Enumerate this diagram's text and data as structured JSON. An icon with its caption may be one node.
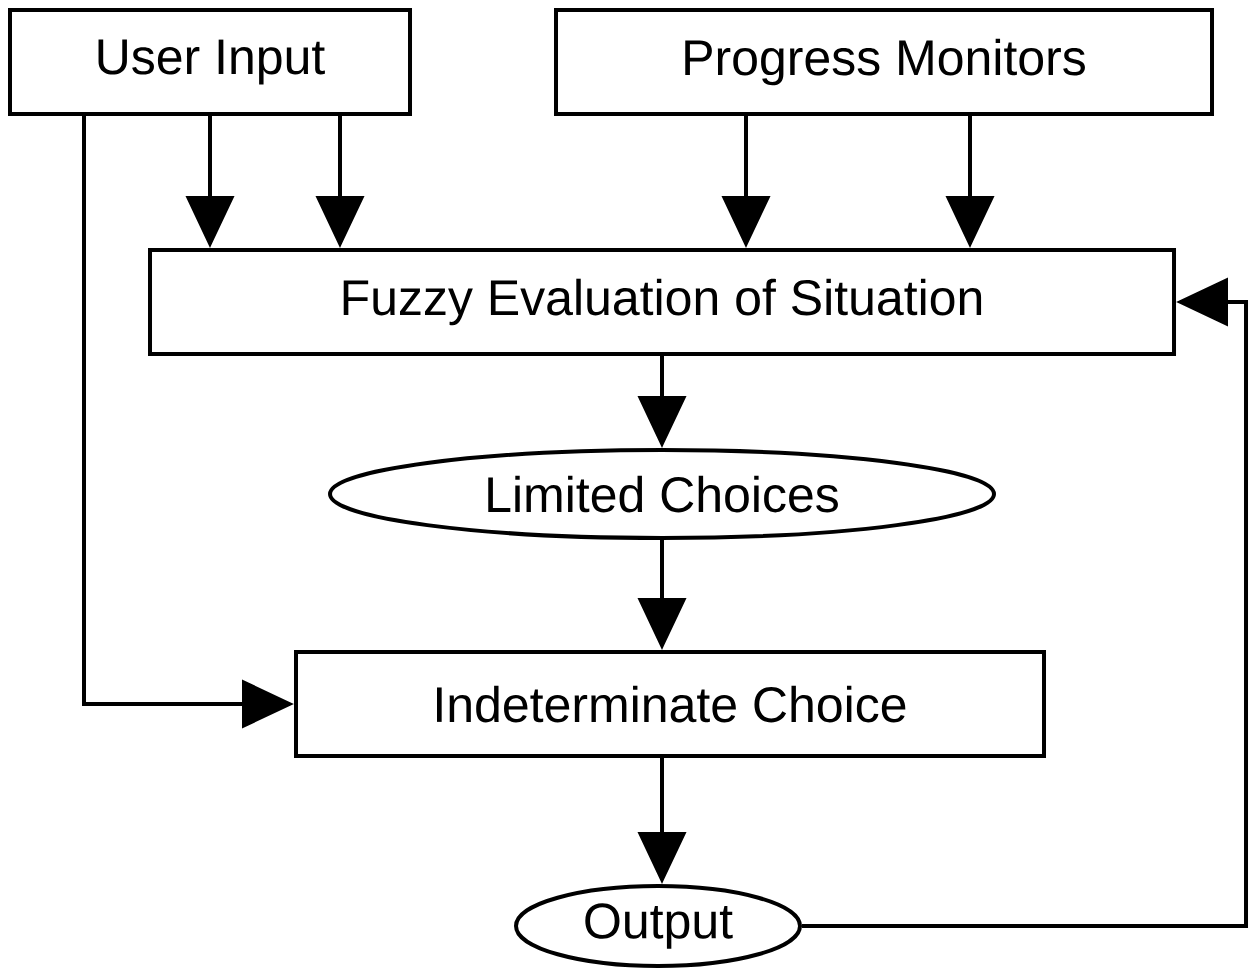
{
  "diagram": {
    "nodes": [
      {
        "text": [
          "User Input"
        ]
      },
      {
        "text": [
          "Progress Monitors"
        ]
      },
      {
        "text": [
          "Fuzzy Evaluation of Situation"
        ]
      },
      {
        "text": [
          "Limited Choices"
        ]
      },
      {
        "text": [
          "Indeterminate Choice"
        ]
      },
      {
        "text": [
          "Output"
        ]
      }
    ],
    "edges": [
      {
        "from": 0,
        "to": 2,
        "arrow": "to"
      },
      {
        "from": 0,
        "to": 2,
        "arrow": "to"
      },
      {
        "from": 1,
        "to": 2,
        "arrow": "to"
      },
      {
        "from": 1,
        "to": 2,
        "arrow": "to"
      },
      {
        "from": 2,
        "to": 3,
        "arrow": "to"
      },
      {
        "from": 3,
        "to": 4,
        "arrow": "to"
      },
      {
        "from": 0,
        "to": 4,
        "arrow": "to"
      },
      {
        "from": 4,
        "to": 5,
        "arrow": "to"
      },
      {
        "from": 5,
        "to": 2,
        "arrow": "to"
      }
    ]
  }
}
